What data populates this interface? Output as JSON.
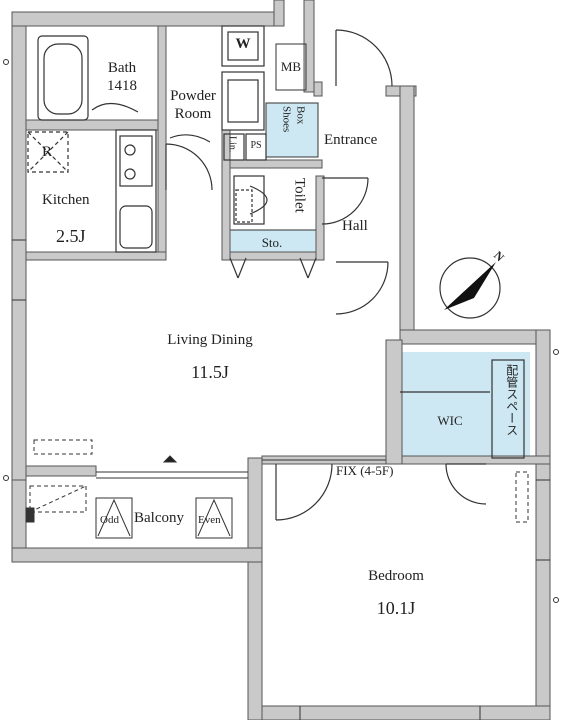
{
  "rooms": {
    "bath": {
      "name": "Bath",
      "size": "1418"
    },
    "powder_room": {
      "line1": "Powder",
      "line2": "Room"
    },
    "washer": "W",
    "mb": "MB",
    "lin": "Lin.",
    "ps": "PS",
    "shoes_box": {
      "line1": "Shoes",
      "line2": "Box"
    },
    "entrance": "Entrance",
    "toilet": "Toilet",
    "hall": "Hall",
    "storage": "Sto.",
    "kitchen": {
      "name": "Kitchen",
      "size": "2.5J"
    },
    "refrigerator": "R",
    "living_dining": {
      "name": "Living Dining",
      "size": "11.5J"
    },
    "wic": "WIC",
    "piping_space": "配管スペース",
    "fix_window": "FIX (4-5F)",
    "balcony": "Balcony",
    "odd": "Odd",
    "even": "Even",
    "bedroom": {
      "name": "Bedroom",
      "size": "10.1J"
    }
  },
  "compass": {
    "label": "N"
  },
  "colors": {
    "wall": "#c9c9c9",
    "wall_outline": "#555555",
    "storage_fill": "#cde8f3",
    "line": "#333333"
  }
}
